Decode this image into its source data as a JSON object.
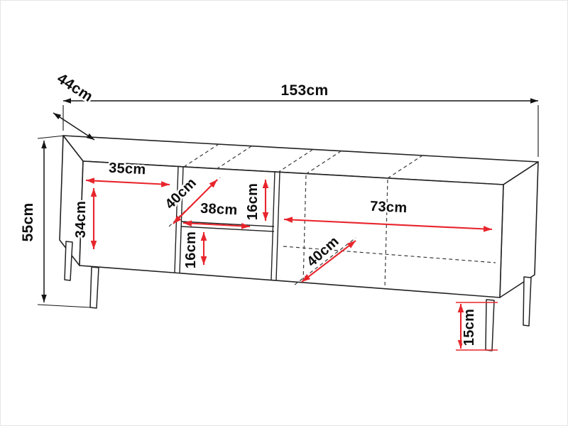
{
  "meta": {
    "type": "furniture-dimension-diagram",
    "subject": "TV stand line drawing with measurements",
    "unit": "cm"
  },
  "colors": {
    "background": "#ffffff",
    "outline": "#222222",
    "dimension_red": "#e8252c",
    "label_text": "#0d0d0d"
  },
  "diagram": {
    "labels": {
      "width_total": "153cm",
      "depth_total": "44cm",
      "height_body": "55cm",
      "left_section_width": "35cm",
      "left_section_height": "34cm",
      "middle_depth": "40cm",
      "middle_width": "38cm",
      "middle_upper_height": "16cm",
      "middle_lower_height": "16cm",
      "right_section_width": "73cm",
      "right_section_depth": "40cm",
      "leg_height": "15cm"
    }
  }
}
